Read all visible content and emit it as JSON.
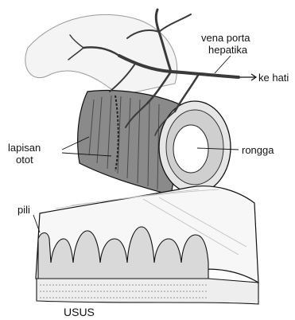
{
  "labels": {
    "vena_porta_line1": "vena porta",
    "vena_porta_line2": "hepatika",
    "ke_hati": "ke hati",
    "lapisan_otot_line1": "lapisan",
    "lapisan_otot_line2": "otot",
    "rongga": "rongga",
    "pili": "pili",
    "usus": "USUS"
  },
  "colors": {
    "vein": "#3a3a3a",
    "outline": "#111111",
    "tube_light": "#f2f2f2",
    "muscle_dark": "#6c6c6c",
    "muscle_mid": "#9a9a9a",
    "mucosa": "#d8d8d8"
  }
}
